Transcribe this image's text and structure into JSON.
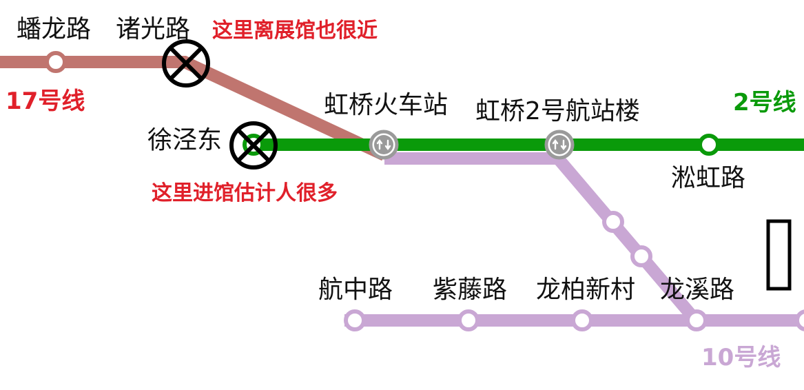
{
  "lines": [
    {
      "id": "line17",
      "label": "17号线",
      "color": "#c0756f"
    },
    {
      "id": "line2",
      "label": "2号线",
      "color": "#0a9a0a"
    },
    {
      "id": "line10",
      "label": "10号线",
      "color": "#c9a7d4"
    }
  ],
  "stations": {
    "panlong": "蟠龙路",
    "zhuguang": "诸光路",
    "xujingdong": "徐泾东",
    "hongqiao_railway": "虹桥火车站",
    "hongqiao_t2": "虹桥2号航站楼",
    "songhong": "淞虹路",
    "hangzhong": "航中路",
    "ziteng": "紫藤路",
    "longbai": "龙柏新村",
    "longxi": "龙溪路"
  },
  "notes": {
    "near_exhibition": "这里离展馆也很近",
    "crowded_entry": "这里进馆估计人很多"
  },
  "colors": {
    "note_text": "#e0202a",
    "interchange_fill": "#9a9a9a",
    "marker_stroke": "#000000"
  },
  "icons": {
    "interchange": "interchange-icon",
    "blocked": "blocked-marker-icon"
  }
}
